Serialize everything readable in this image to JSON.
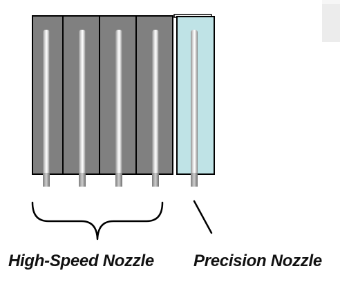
{
  "labels": {
    "high_speed": "High-Speed Nozzle",
    "precision": "Precision Nozzle"
  },
  "groups": {
    "high_speed": {
      "nozzle_count": 4,
      "panel_color": "#808080"
    },
    "precision": {
      "nozzle_count": 1,
      "panel_color": "#bfe3e6"
    }
  },
  "colors": {
    "outline": "#000000",
    "nozzle_light": "#ffffff",
    "nozzle_dark": "#8a8a8a",
    "text": "#111111"
  }
}
